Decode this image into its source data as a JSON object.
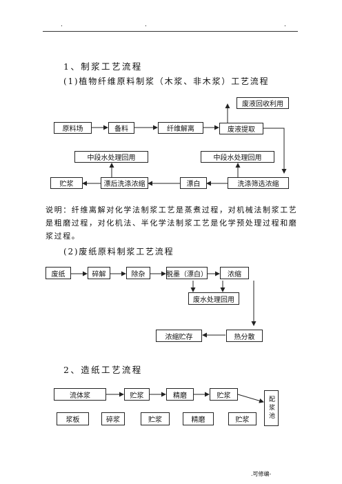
{
  "header": {
    "dots": [
      ".",
      ".",
      "."
    ]
  },
  "section1": {
    "heading": "1、制浆工艺流程",
    "sub1": {
      "heading": "(1)植物纤维原料制浆（木浆、非木浆）工艺流程",
      "boxes": {
        "raw_yard": "原料场",
        "prep": "备料",
        "fiber_dissolve": "纤维解离",
        "waste_recovery": "废液回收利用",
        "waste_extract": "废液提取",
        "mid_water_left": "中段水处理回用",
        "mid_water_right": "中段水处理回用",
        "storage": "贮浆",
        "post_bleach": "漂后洗涤浓缩",
        "bleach": "漂白",
        "wash_screen": "洗涤筛选浓缩"
      },
      "note": "说明：纤维离解对化学法制浆工艺是蒸煮过程，对机械法制浆工艺是粗磨过程，对化机法、半化学法制浆工艺是化学预处理过程和磨浆过程。"
    },
    "sub2": {
      "heading": "(2)废纸原料制浆工艺流程",
      "boxes": {
        "waste_paper": "废纸",
        "pulping": "碎解",
        "deimpurity": "除杂",
        "deink": "脱墨（漂白）",
        "concentrate": "浓缩",
        "waste_water": "废水处理回用",
        "concentrate_storage": "浓缩贮存",
        "heat_disperse": "热分散"
      }
    }
  },
  "section2": {
    "heading": "2、造纸工艺流程",
    "boxes": {
      "fluid_pulp": "流体浆",
      "storage1": "贮浆",
      "refine1": "精磨",
      "storage2": "贮浆",
      "mixing_tank": "配浆池",
      "pulp_board": "浆板",
      "broken_pulp": "碎浆",
      "storage3": "贮浆",
      "refine2": "精磨",
      "storage4": "贮浆"
    }
  },
  "footer": ".可修编-"
}
